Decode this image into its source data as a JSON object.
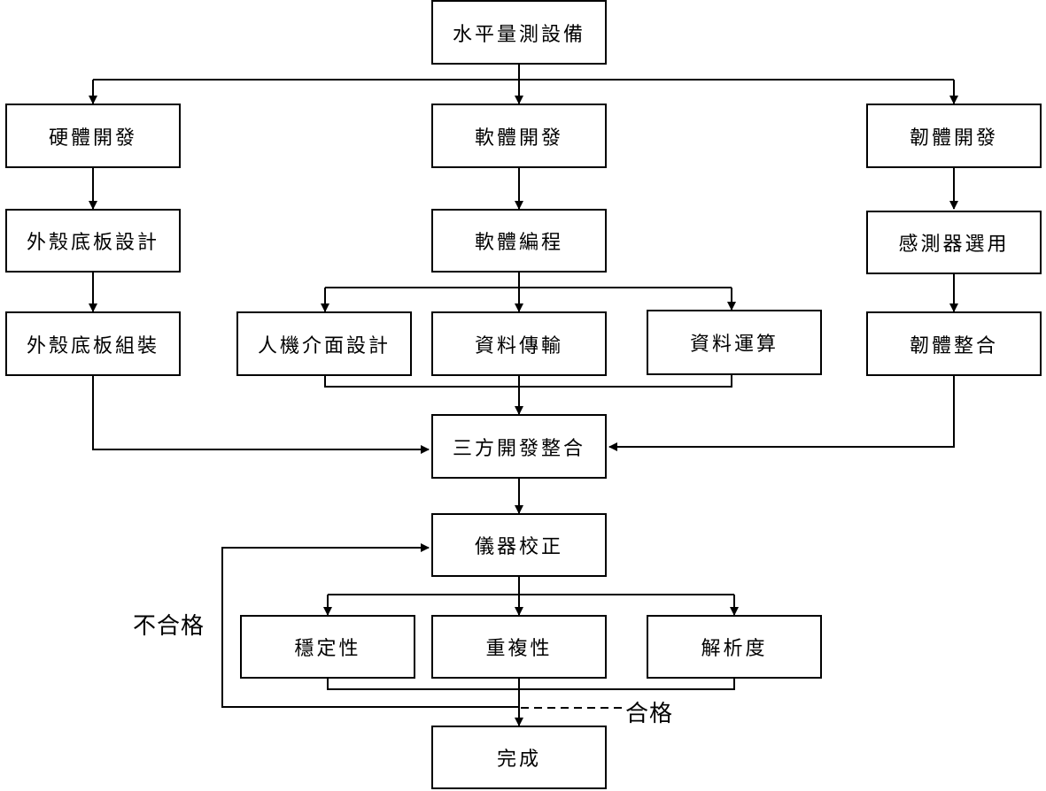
{
  "nodes": {
    "root": "水平量測設備",
    "hardware": "硬體開發",
    "software": "軟體開發",
    "firmware": "韌體開發",
    "shell_design": "外殼底板設計",
    "software_programming": "軟體編程",
    "sensor_selection": "感測器選用",
    "shell_assembly": "外殼底板組裝",
    "hmi_design": "人機介面設計",
    "data_transfer": "資料傳輸",
    "data_computation": "資料運算",
    "firmware_integration": "韌體整合",
    "tripartite_integration": "三方開發整合",
    "calibration": "儀器校正",
    "stability": "穩定性",
    "repeatability": "重複性",
    "resolution": "解析度",
    "done": "完成"
  },
  "labels": {
    "fail": "不合格",
    "pass": "合格"
  }
}
